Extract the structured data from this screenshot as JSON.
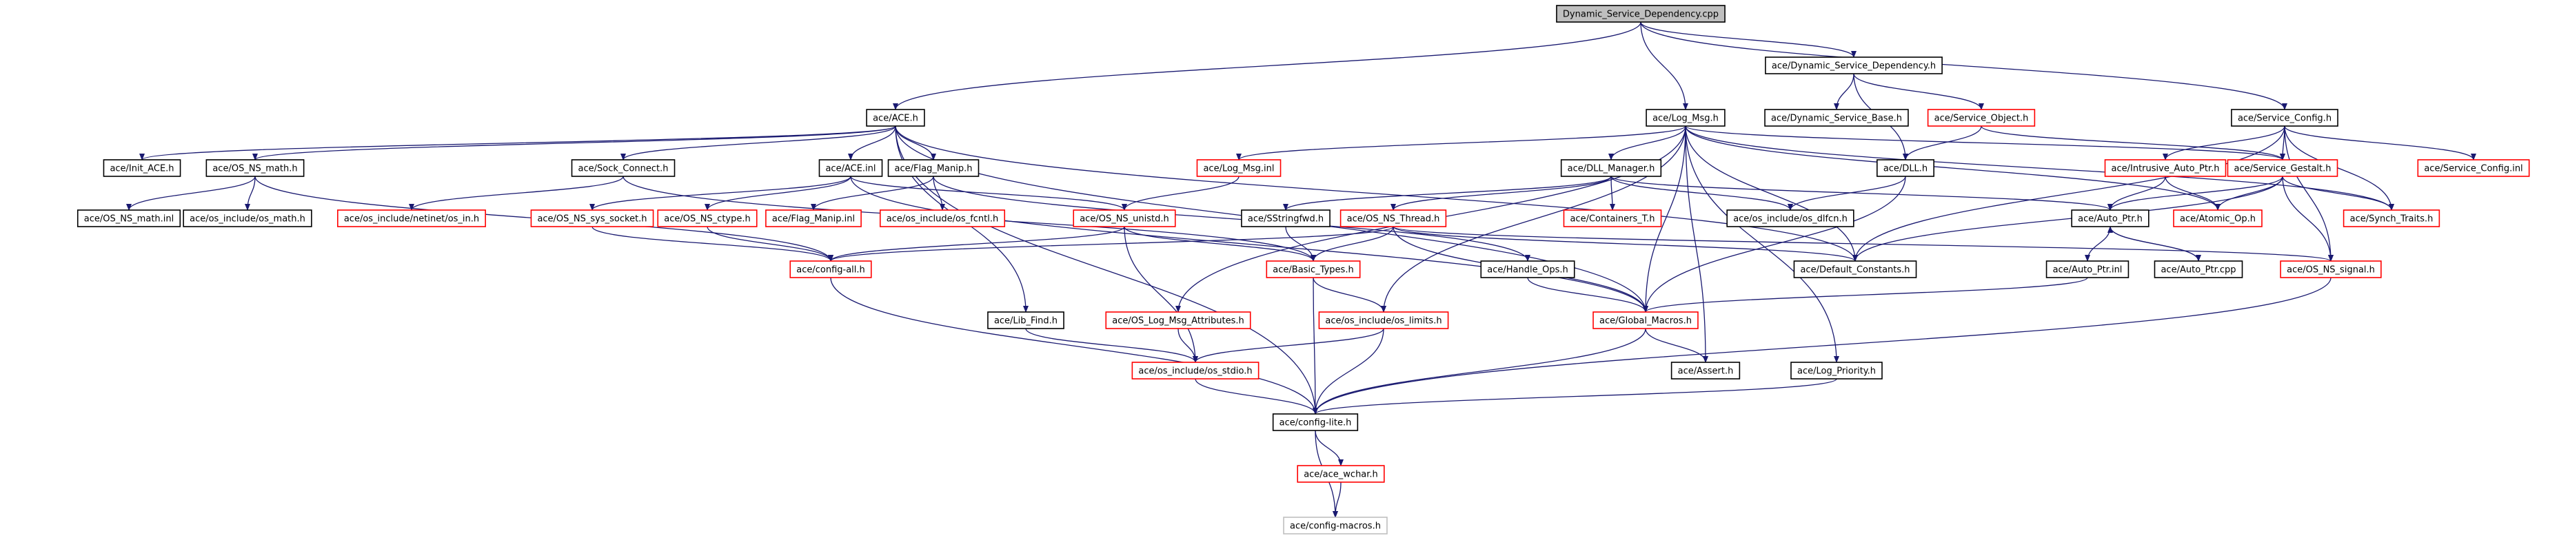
{
  "colors": {
    "edge": "#191970",
    "root_fill": "#bfbfbf",
    "border_normal": "#000000",
    "border_incomplete": "#ff0000",
    "border_external": "#bfbfbf",
    "node_fill": "#ffffff"
  },
  "nodes": [
    {
      "id": "root",
      "label": "Dynamic_Service_Dependency.cpp",
      "kind": "root"
    },
    {
      "id": "ace_h",
      "label": "ace/ACE.h",
      "kind": "normal"
    },
    {
      "id": "logmsg_h",
      "label": "ace/Log_Msg.h",
      "kind": "normal"
    },
    {
      "id": "dsd_h",
      "label": "ace/Dynamic_Service_Dependency.h",
      "kind": "normal"
    },
    {
      "id": "svcconf_h",
      "label": "ace/Service_Config.h",
      "kind": "normal"
    },
    {
      "id": "dsb_h",
      "label": "ace/Dynamic_Service_Base.h",
      "kind": "normal"
    },
    {
      "id": "svcobj_h",
      "label": "ace/Service_Object.h",
      "kind": "incomplete"
    },
    {
      "id": "init_ace_h",
      "label": "ace/Init_ACE.h",
      "kind": "normal"
    },
    {
      "id": "osnsmath_h",
      "label": "ace/OS_NS_math.h",
      "kind": "normal"
    },
    {
      "id": "sockconn_h",
      "label": "ace/Sock_Connect.h",
      "kind": "normal"
    },
    {
      "id": "ace_inl",
      "label": "ace/ACE.inl",
      "kind": "normal"
    },
    {
      "id": "flagmanip_h",
      "label": "ace/Flag_Manip.h",
      "kind": "normal"
    },
    {
      "id": "logmsg_inl",
      "label": "ace/Log_Msg.inl",
      "kind": "incomplete"
    },
    {
      "id": "dllmgr_h",
      "label": "ace/DLL_Manager.h",
      "kind": "normal"
    },
    {
      "id": "dll_h",
      "label": "ace/DLL.h",
      "kind": "normal"
    },
    {
      "id": "intrusive_h",
      "label": "ace/Intrusive_Auto_Ptr.h",
      "kind": "incomplete"
    },
    {
      "id": "svcgestalt_h",
      "label": "ace/Service_Gestalt.h",
      "kind": "incomplete"
    },
    {
      "id": "svcconf_inl",
      "label": "ace/Service_Config.inl",
      "kind": "incomplete"
    },
    {
      "id": "osnsmath_inl",
      "label": "ace/OS_NS_math.inl",
      "kind": "normal"
    },
    {
      "id": "osinc_math",
      "label": "ace/os_include/os_math.h",
      "kind": "normal"
    },
    {
      "id": "netinet_in",
      "label": "ace/os_include/netinet/os_in.h",
      "kind": "incomplete"
    },
    {
      "id": "sys_socket",
      "label": "ace/OS_NS_sys_socket.h",
      "kind": "incomplete"
    },
    {
      "id": "ctype_h",
      "label": "ace/OS_NS_ctype.h",
      "kind": "incomplete"
    },
    {
      "id": "flagmanip_inl",
      "label": "ace/Flag_Manip.inl",
      "kind": "incomplete"
    },
    {
      "id": "os_fcntl",
      "label": "ace/os_include/os_fcntl.h",
      "kind": "incomplete"
    },
    {
      "id": "unistd_h",
      "label": "ace/OS_NS_unistd.h",
      "kind": "incomplete"
    },
    {
      "id": "sstringfwd",
      "label": "ace/SStringfwd.h",
      "kind": "normal"
    },
    {
      "id": "thread_h",
      "label": "ace/OS_NS_Thread.h",
      "kind": "incomplete"
    },
    {
      "id": "containers_t",
      "label": "ace/Containers_T.h",
      "kind": "incomplete"
    },
    {
      "id": "os_dlfcn",
      "label": "ace/os_include/os_dlfcn.h",
      "kind": "normal"
    },
    {
      "id": "autoptr_h",
      "label": "ace/Auto_Ptr.h",
      "kind": "normal"
    },
    {
      "id": "atomic_op",
      "label": "ace/Atomic_Op.h",
      "kind": "incomplete"
    },
    {
      "id": "synch_traits",
      "label": "ace/Synch_Traits.h",
      "kind": "incomplete"
    },
    {
      "id": "config_all",
      "label": "ace/config-all.h",
      "kind": "incomplete"
    },
    {
      "id": "basic_types",
      "label": "ace/Basic_Types.h",
      "kind": "incomplete"
    },
    {
      "id": "handle_ops",
      "label": "ace/Handle_Ops.h",
      "kind": "normal"
    },
    {
      "id": "default_const",
      "label": "ace/Default_Constants.h",
      "kind": "normal"
    },
    {
      "id": "autoptr_inl",
      "label": "ace/Auto_Ptr.inl",
      "kind": "normal"
    },
    {
      "id": "autoptr_cpp",
      "label": "ace/Auto_Ptr.cpp",
      "kind": "normal"
    },
    {
      "id": "signal_h",
      "label": "ace/OS_NS_signal.h",
      "kind": "incomplete"
    },
    {
      "id": "lib_find",
      "label": "ace/Lib_Find.h",
      "kind": "normal"
    },
    {
      "id": "logmsgattr",
      "label": "ace/OS_Log_Msg_Attributes.h",
      "kind": "incomplete"
    },
    {
      "id": "os_limits",
      "label": "ace/os_include/os_limits.h",
      "kind": "incomplete"
    },
    {
      "id": "global_macros",
      "label": "ace/Global_Macros.h",
      "kind": "incomplete"
    },
    {
      "id": "os_stdio",
      "label": "ace/os_include/os_stdio.h",
      "kind": "incomplete"
    },
    {
      "id": "assert_h",
      "label": "ace/Assert.h",
      "kind": "normal"
    },
    {
      "id": "log_priority",
      "label": "ace/Log_Priority.h",
      "kind": "normal"
    },
    {
      "id": "config_lite",
      "label": "ace/config-lite.h",
      "kind": "normal"
    },
    {
      "id": "ace_wchar",
      "label": "ace/ace_wchar.h",
      "kind": "incomplete"
    },
    {
      "id": "config_macros",
      "label": "ace/config-macros.h",
      "kind": "external"
    }
  ],
  "edges": [
    [
      "root",
      "ace_h"
    ],
    [
      "root",
      "logmsg_h"
    ],
    [
      "root",
      "dsd_h"
    ],
    [
      "root",
      "svcconf_h"
    ],
    [
      "dsd_h",
      "dsb_h"
    ],
    [
      "dsd_h",
      "svcobj_h"
    ],
    [
      "dsd_h",
      "dll_h"
    ],
    [
      "ace_h",
      "init_ace_h"
    ],
    [
      "ace_h",
      "osnsmath_h"
    ],
    [
      "ace_h",
      "sockconn_h"
    ],
    [
      "ace_h",
      "ace_inl"
    ],
    [
      "ace_h",
      "flagmanip_h"
    ],
    [
      "ace_h",
      "lib_find"
    ],
    [
      "ace_h",
      "config_lite"
    ],
    [
      "ace_h",
      "default_const"
    ],
    [
      "ace_h",
      "global_macros"
    ],
    [
      "osnsmath_h",
      "osnsmath_inl"
    ],
    [
      "osnsmath_h",
      "osinc_math"
    ],
    [
      "osnsmath_h",
      "config_all"
    ],
    [
      "sockconn_h",
      "netinet_in"
    ],
    [
      "sockconn_h",
      "basic_types"
    ],
    [
      "ace_inl",
      "sys_socket"
    ],
    [
      "ace_inl",
      "ctype_h"
    ],
    [
      "ace_inl",
      "unistd_h"
    ],
    [
      "ace_inl",
      "global_macros"
    ],
    [
      "flagmanip_h",
      "flagmanip_inl"
    ],
    [
      "flagmanip_h",
      "os_fcntl"
    ],
    [
      "flagmanip_h",
      "handle_ops"
    ],
    [
      "logmsg_h",
      "logmsg_inl"
    ],
    [
      "logmsg_h",
      "dllmgr_h"
    ],
    [
      "logmsg_h",
      "logmsgattr"
    ],
    [
      "logmsg_h",
      "os_limits"
    ],
    [
      "logmsg_h",
      "assert_h"
    ],
    [
      "logmsg_h",
      "log_priority"
    ],
    [
      "logmsg_h",
      "default_const"
    ],
    [
      "logmsg_h",
      "global_macros"
    ],
    [
      "logmsg_h",
      "synch_traits"
    ],
    [
      "logmsg_h",
      "atomic_op"
    ],
    [
      "logmsg_h",
      "svcgestalt_h"
    ],
    [
      "logmsg_inl",
      "unistd_h"
    ],
    [
      "dllmgr_h",
      "thread_h"
    ],
    [
      "dllmgr_h",
      "containers_t"
    ],
    [
      "dllmgr_h",
      "os_dlfcn"
    ],
    [
      "dllmgr_h",
      "sstringfwd"
    ],
    [
      "dllmgr_h",
      "autoptr_h"
    ],
    [
      "svcobj_h",
      "dll_h"
    ],
    [
      "svcobj_h",
      "svcgestalt_h"
    ],
    [
      "dll_h",
      "os_dlfcn"
    ],
    [
      "dll_h",
      "global_macros"
    ],
    [
      "svcconf_h",
      "intrusive_h"
    ],
    [
      "svcconf_h",
      "svcgestalt_h"
    ],
    [
      "svcconf_h",
      "svcconf_inl"
    ],
    [
      "svcconf_h",
      "synch_traits"
    ],
    [
      "svcconf_h",
      "signal_h"
    ],
    [
      "svcconf_h",
      "default_const"
    ],
    [
      "intrusive_h",
      "atomic_op"
    ],
    [
      "intrusive_h",
      "autoptr_h"
    ],
    [
      "svcgestalt_h",
      "autoptr_h"
    ],
    [
      "svcgestalt_h",
      "atomic_op"
    ],
    [
      "svcgestalt_h",
      "synch_traits"
    ],
    [
      "svcgestalt_h",
      "signal_h"
    ],
    [
      "svcgestalt_h",
      "default_const"
    ],
    [
      "autoptr_h",
      "autoptr_inl"
    ],
    [
      "autoptr_h",
      "autoptr_cpp"
    ],
    [
      "autoptr_cpp",
      "autoptr_h"
    ],
    [
      "autoptr_inl",
      "global_macros"
    ],
    [
      "unistd_h",
      "config_all"
    ],
    [
      "unistd_h",
      "basic_types"
    ],
    [
      "unistd_h",
      "os_stdio"
    ],
    [
      "sys_socket",
      "config_all"
    ],
    [
      "ctype_h",
      "config_all"
    ],
    [
      "thread_h",
      "basic_types"
    ],
    [
      "thread_h",
      "config_all"
    ],
    [
      "thread_h",
      "global_macros"
    ],
    [
      "thread_h",
      "signal_h"
    ],
    [
      "thread_h",
      "default_const"
    ],
    [
      "sstringfwd",
      "basic_types"
    ],
    [
      "basic_types",
      "os_limits"
    ],
    [
      "basic_types",
      "config_lite"
    ],
    [
      "handle_ops",
      "global_macros"
    ],
    [
      "config_all",
      "config_lite"
    ],
    [
      "lib_find",
      "os_stdio"
    ],
    [
      "logmsgattr",
      "os_stdio"
    ],
    [
      "os_limits",
      "os_stdio"
    ],
    [
      "os_limits",
      "config_lite"
    ],
    [
      "global_macros",
      "assert_h"
    ],
    [
      "global_macros",
      "config_lite"
    ],
    [
      "os_stdio",
      "config_lite"
    ],
    [
      "log_priority",
      "config_lite"
    ],
    [
      "signal_h",
      "config_lite"
    ],
    [
      "config_lite",
      "ace_wchar"
    ],
    [
      "config_lite",
      "config_macros"
    ],
    [
      "ace_wchar",
      "config_macros"
    ]
  ]
}
